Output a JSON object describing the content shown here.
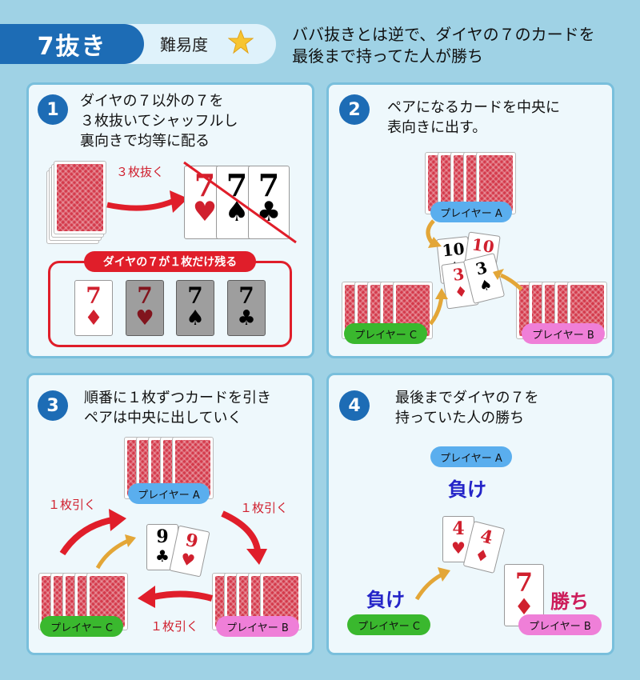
{
  "header": {
    "title": "7抜き",
    "difficulty_label": "難易度",
    "description": "ババ抜きとは逆で、ダイヤの７のカードを\n最後まで持ってた人が勝ち"
  },
  "panels": [
    {
      "number": "1",
      "text": "ダイヤの７以外の７を\n３枚抜いてシャッフルし\n裏向きで均等に配る"
    },
    {
      "number": "2",
      "text": "ペアになるカードを中央に\n表向きに出す。"
    },
    {
      "number": "3",
      "text": "順番に１枚ずつカードを引き\nペアは中央に出していく"
    },
    {
      "number": "4",
      "text": "最後までダイヤの７を\n持っていた人の勝ち"
    }
  ],
  "step1": {
    "pull_label": "３枚抜く",
    "remain_label": "ダイヤの７が１枚だけ残る",
    "removed_cards": [
      {
        "rank": "7",
        "suit": "♥",
        "color": "red"
      },
      {
        "rank": "7",
        "suit": "♠",
        "color": "black"
      },
      {
        "rank": "7",
        "suit": "♣",
        "color": "black"
      }
    ],
    "remain_cards": [
      {
        "rank": "7",
        "suit": "♦",
        "color": "red",
        "dimmed": false
      },
      {
        "rank": "7",
        "suit": "♥",
        "color": "red",
        "dimmed": true
      },
      {
        "rank": "7",
        "suit": "♠",
        "color": "black",
        "dimmed": true
      },
      {
        "rank": "7",
        "suit": "♣",
        "color": "black",
        "dimmed": true
      }
    ]
  },
  "players": {
    "a": "プレイヤー A",
    "b": "プレイヤー B",
    "c": "プレイヤー C"
  },
  "step2": {
    "center_cards": [
      {
        "rank": "10",
        "suit": "♠",
        "color": "black"
      },
      {
        "rank": "10",
        "suit": "♦",
        "color": "red"
      },
      {
        "rank": "3",
        "suit": "♦",
        "color": "red"
      },
      {
        "rank": "3",
        "suit": "♠",
        "color": "black"
      }
    ]
  },
  "step3": {
    "draw_label": "１枚引く",
    "center_cards": [
      {
        "rank": "9",
        "suit": "♣",
        "color": "black"
      },
      {
        "rank": "9",
        "suit": "♥",
        "color": "red"
      }
    ]
  },
  "step4": {
    "lose_label": "負け",
    "win_label": "勝ち",
    "center_cards": [
      {
        "rank": "4",
        "suit": "♥",
        "color": "red"
      },
      {
        "rank": "4",
        "suit": "♦",
        "color": "red"
      }
    ],
    "winner_card": {
      "rank": "7",
      "suit": "♦",
      "color": "red"
    }
  },
  "colors": {
    "accent": "#1d6cb5",
    "background": "#9fd2e5",
    "panel": "#eef8fc",
    "arrow_red": "#e01e2a",
    "arrow_gold": "#e3a637"
  }
}
